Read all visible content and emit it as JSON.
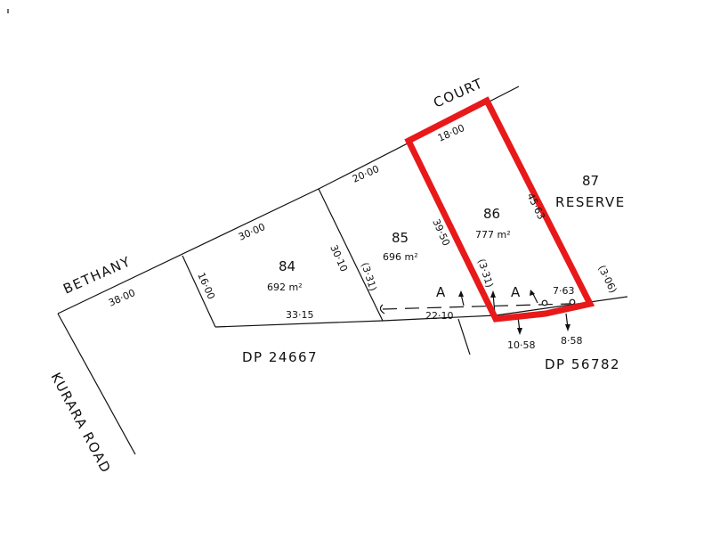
{
  "streets": {
    "court": "COURT",
    "bethany": "BETHANY",
    "kurara": "KURARA ROAD"
  },
  "deposited_plans": {
    "south_west": "DP 24667",
    "south_east": "DP 56782"
  },
  "lots": [
    {
      "number": "84",
      "area": "692 m²"
    },
    {
      "number": "85",
      "area": "696 m²"
    },
    {
      "number": "86",
      "area": "777 m²"
    },
    {
      "number": "87",
      "name": "RESERVE"
    }
  ],
  "dimensions": {
    "frontage_38": "38·00",
    "frontage_30": "30·00",
    "frontage_20": "20·00",
    "frontage_18": "18·00",
    "side_16": "16·00",
    "side_3010": "30·10",
    "side_3950": "39·50",
    "side_4563": "45·63",
    "rear_3315": "33·15",
    "rear_2210": "22·10",
    "rear_1058": "10·58",
    "rear_858": "8·58",
    "easement_763": "7·63",
    "easement_331_a": "(3·31)",
    "easement_331_b": "(3·31)",
    "easement_306": "(3·06)"
  },
  "easement_marks": [
    "A",
    "A"
  ],
  "highlight_color": "#e8191a"
}
